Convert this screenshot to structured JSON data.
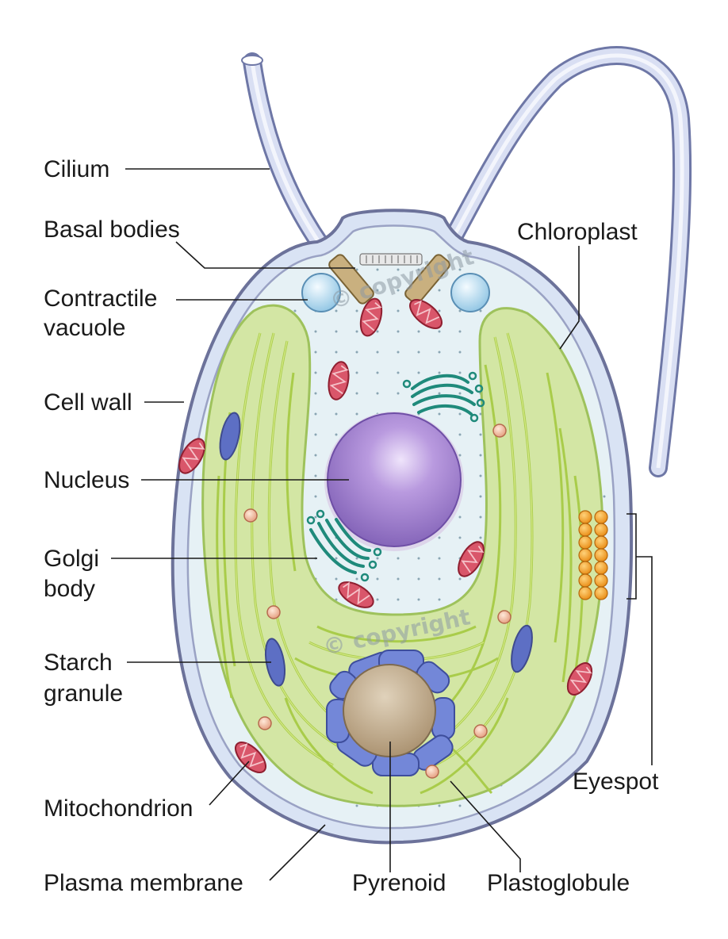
{
  "labels": {
    "cilium": "Cilium",
    "basal_bodies": "Basal bodies",
    "chloroplast": "Chloroplast",
    "contractile_1": "Contractile",
    "contractile_2": "vacuole",
    "cell_wall": "Cell wall",
    "nucleus": "Nucleus",
    "golgi_1": "Golgi",
    "golgi_2": "body",
    "starch_1": "Starch",
    "starch_2": "granule",
    "mitochondrion": "Mitochondrion",
    "plasma_membrane": "Plasma membrane",
    "pyrenoid": "Pyrenoid",
    "plastoglobule": "Plastoglobule",
    "eyespot": "Eyespot"
  },
  "watermarks": {
    "top": "© copyright",
    "middle": "© copyright"
  },
  "colors": {
    "cell_wall": "#8f97b8",
    "cytoplasm": "#e6f1f5",
    "chloroplast": "#d3e6a4",
    "thylakoid": "#a9cc4a",
    "nucleus": "#a98bd0",
    "pyrenoid": "#c2ad8e",
    "pyrenoid_starch": "#7b8fd6",
    "mitochondrion": "#c63a4b",
    "golgi": "#1f8a7b",
    "eyespot": "#f2a32a",
    "vacuole": "#b9dcf0",
    "basal_body": "#c9b07f"
  }
}
